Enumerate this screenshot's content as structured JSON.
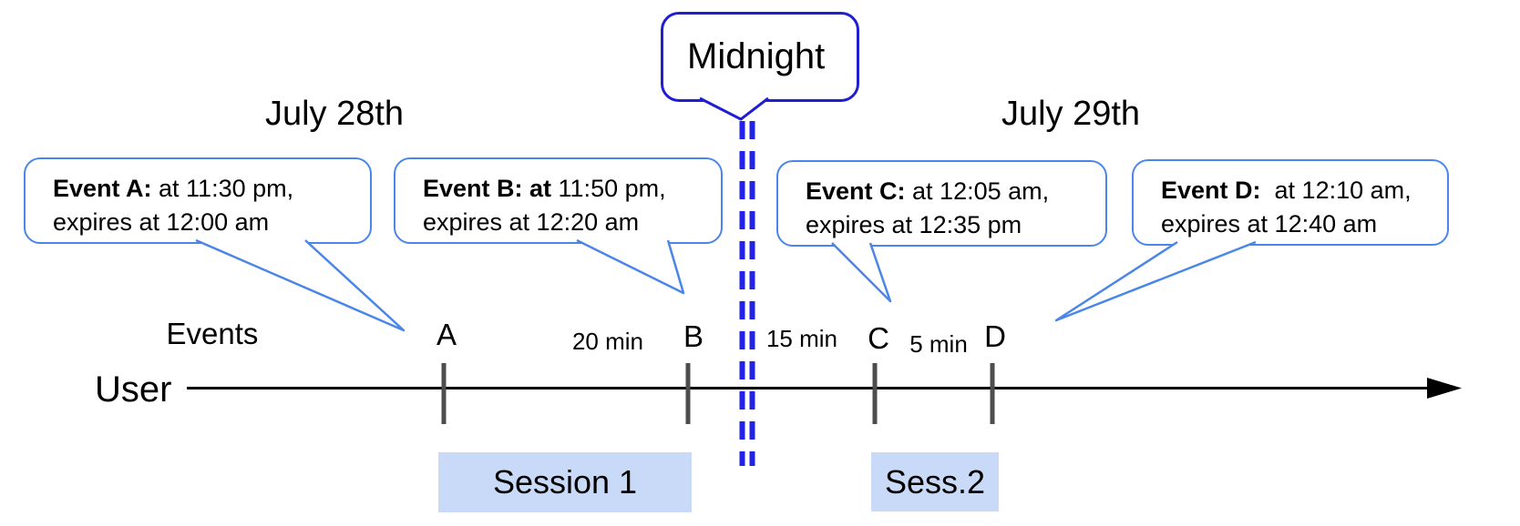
{
  "dates": {
    "left": "July 28th",
    "right": "July 29th"
  },
  "midnight": {
    "label": "Midnight"
  },
  "axis": {
    "events_label": "Events",
    "user_label": "User"
  },
  "callouts": [
    {
      "id": "A",
      "bold": "Event A:",
      "rest": " at 11:30 pm,",
      "line2": "expires at 12:00 am"
    },
    {
      "id": "B",
      "bold": "Event B: at",
      "rest": " 11:50 pm,",
      "line2": "expires at 12:20 am"
    },
    {
      "id": "C",
      "bold": "Event C:",
      "rest": " at 12:05 am,",
      "line2": "expires at 12:35 pm"
    },
    {
      "id": "D",
      "bold": "Event D:",
      "rest": "  at 12:10 am,",
      "line2": "expires at 12:40 am"
    }
  ],
  "event_marks": {
    "a": "A",
    "b": "B",
    "c": "C",
    "d": "D"
  },
  "intervals": {
    "ab": "20 min",
    "bc": "15 min",
    "cd": "5 min"
  },
  "sessions": {
    "first": "Session 1",
    "second": "Sess.2"
  },
  "colors": {
    "callout_border": "#4a86e8",
    "midnight_border": "#1f1fd1",
    "dashed_line": "#2222e8",
    "session_fill": "#c9daf8",
    "timeline": "#000000",
    "tick": "#4d4d4d"
  }
}
